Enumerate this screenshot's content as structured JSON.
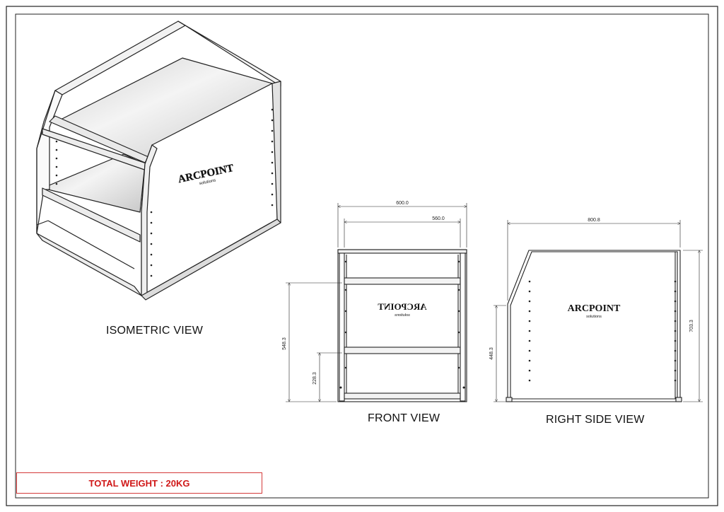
{
  "views": {
    "isometric_label": "ISOMETRIC VIEW",
    "front_label": "FRONT VIEW",
    "side_label": "RIGHT SIDE VIEW"
  },
  "dimensions": {
    "front_width_outer": "600.0",
    "front_width_inner": "560.0",
    "front_height_upper_shelf": "548.3",
    "front_height_lower_shelf": "228.3",
    "side_depth": "800.8",
    "side_height": "703.3",
    "side_front_height": "448.3"
  },
  "logo": {
    "brand": "ARCPOINT",
    "tagline": "solutions"
  },
  "footer": {
    "total_weight": "TOTAL WEIGHT : 20KG"
  },
  "colors": {
    "line": "#222222",
    "shelf_fill": "#e6e6e6",
    "weight_border": "#d43a3a",
    "weight_text": "#d01818"
  }
}
